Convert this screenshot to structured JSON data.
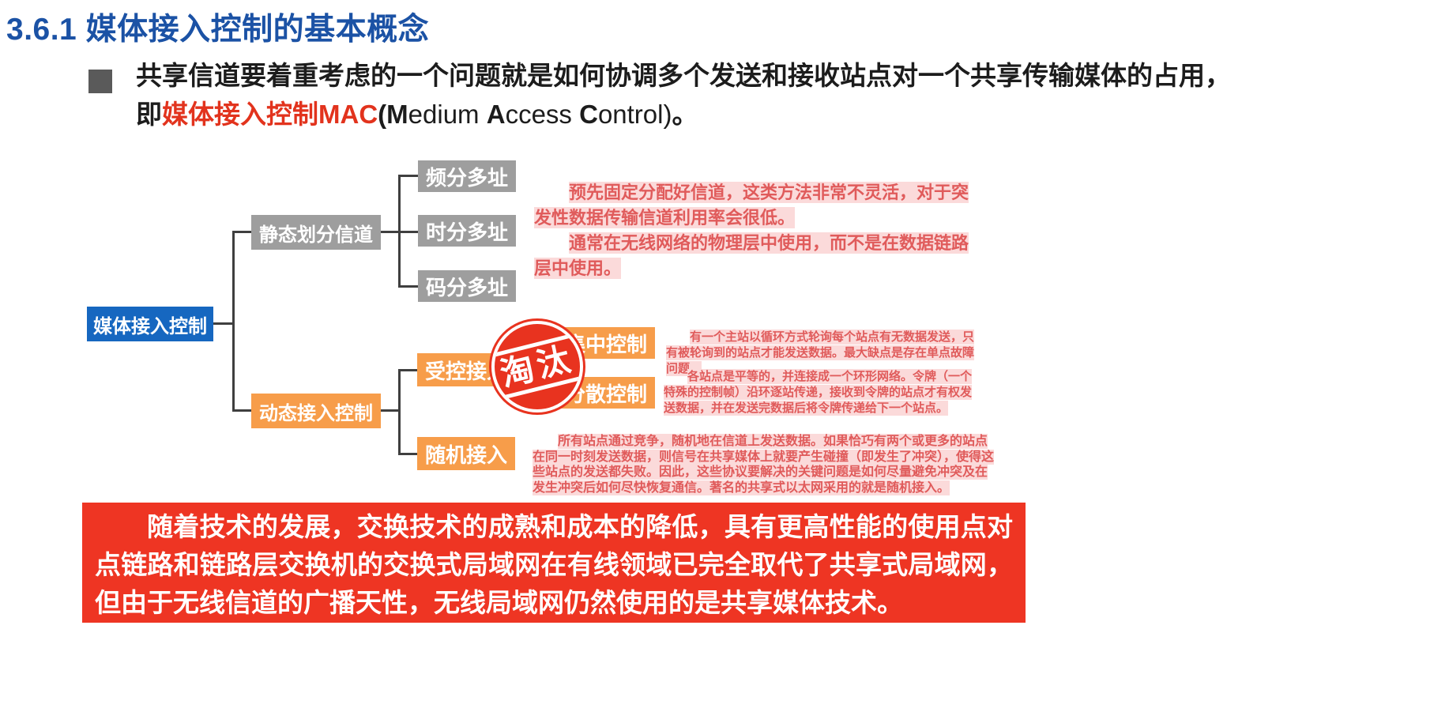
{
  "page": {
    "title": "3.6.1 媒体接入控制的基本概念",
    "colors": {
      "title_blue": "#1b52a5",
      "accent_red": "#e2331d",
      "root_box_blue": "#1667c0",
      "gray_box": "#9e9e9e",
      "orange_box": "#f79d4a",
      "stamp_red": "#e8331f",
      "note_text_red": "#e05b5b",
      "note_highlight_pink": "#fbdada",
      "banner_red": "#ee3523"
    }
  },
  "intro": {
    "text_black": "共享信道要着重考虑的一个问题就是如何协调多个发送和接收站点对一个共享传输媒体的占用，即",
    "text_red": "媒体接入控制MAC",
    "mac": {
      "open": "(",
      "m": "M",
      "m_rest": "edium ",
      "a": "A",
      "a_rest": "ccess ",
      "c": "C",
      "c_rest": "ontrol)",
      "period": "。"
    }
  },
  "diagram": {
    "root": "媒体接入控制",
    "static_channel": "静态划分信道",
    "fdma": "频分多址",
    "tdma": "时分多址",
    "cdma": "码分多址",
    "dynamic_access": "动态接入控制",
    "controlled_access": "受控接入",
    "random_access": "随机接入",
    "centralized": "集中控制",
    "decentralized": "分散控制",
    "stamp": "淘汰"
  },
  "annotations": {
    "static_note_p1": "预先固定分配好信道，这类方法非常不灵活，对于突发性数据传输信道利用率会很低。",
    "static_note_p2": "通常在无线网络的物理层中使用，而不是在数据链路层中使用。",
    "centralized_note": "有一个主站以循环方式轮询每个站点有无数据发送，只有被轮询到的站点才能发送数据。最大缺点是存在单点故障问题。",
    "decentralized_note": "各站点是平等的，并连接成一个环形网络。令牌（一个特殊的控制帧）沿环逐站传递，接收到令牌的站点才有权发送数据，并在发送完数据后将令牌传递给下一个站点。",
    "random_note": "所有站点通过竞争，随机地在信道上发送数据。如果恰巧有两个或更多的站点在同一时刻发送数据，则信号在共享媒体上就要产生碰撞（即发生了冲突），使得这些站点的发送都失败。因此，这些协议要解决的关键问题是如何尽量避免冲突及在发生冲突后如何尽快恢复通信。著名的共享式以太网采用的就是随机接入。"
  },
  "footer": {
    "text": "随着技术的发展，交换技术的成熟和成本的降低，具有更高性能的使用点对点链路和链路层交换机的交换式局域网在有线领域已完全取代了共享式局域网，但由于无线信道的广播天性，无线局域网仍然使用的是共享媒体技术。"
  }
}
